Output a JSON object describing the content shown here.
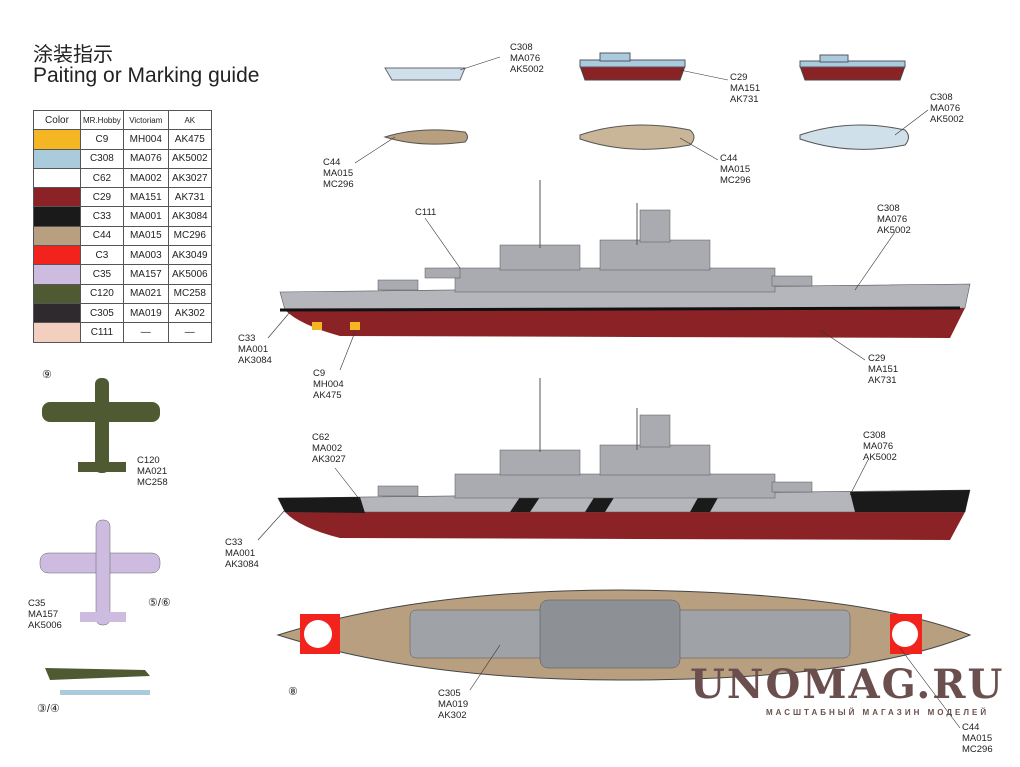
{
  "title_cn": "涂装指示",
  "title_en": "Paiting or Marking guide",
  "table": {
    "headers": [
      "Color",
      "MR.Hobby",
      "Victoriam",
      "AK"
    ],
    "rows": [
      {
        "color": "#f4b723",
        "mr": "C9",
        "vic": "MH004",
        "ak": "AK475"
      },
      {
        "color": "#aacbdc",
        "mr": "C308",
        "vic": "MA076",
        "ak": "AK5002"
      },
      {
        "color": "#ffffff",
        "mr": "C62",
        "vic": "MA002",
        "ak": "AK3027"
      },
      {
        "color": "#8b2326",
        "mr": "C29",
        "vic": "MA151",
        "ak": "AK731"
      },
      {
        "color": "#1a1a1a",
        "mr": "C33",
        "vic": "MA001",
        "ak": "AK3084"
      },
      {
        "color": "#b79f80",
        "mr": "C44",
        "vic": "MA015",
        "ak": "MC296"
      },
      {
        "color": "#f2231d",
        "mr": "C3",
        "vic": "MA003",
        "ak": "AK3049"
      },
      {
        "color": "#cdbbe0",
        "mr": "C35",
        "vic": "MA157",
        "ak": "AK5006"
      },
      {
        "color": "#4f5a33",
        "mr": "C120",
        "vic": "MA021",
        "ak": "MC258"
      },
      {
        "color": "#2e2a2e",
        "mr": "C305",
        "vic": "MA019",
        "ak": "AK302"
      },
      {
        "color": "#f3cfc0",
        "mr": "C111",
        "vic": "—",
        "ak": "—"
      }
    ]
  },
  "callouts": [
    [
      "C308",
      "MA076",
      "AK5002"
    ],
    [
      "C29",
      "MA151",
      "AK731"
    ],
    [
      "C308",
      "MA076",
      "AK5002"
    ],
    [
      "C44",
      "MA015",
      "MC296"
    ],
    [
      "C44",
      "MA015",
      "MC296"
    ],
    [
      "C111"
    ],
    [
      "C308",
      "MA076",
      "AK5002"
    ],
    [
      "C33",
      "MA001",
      "AK3084"
    ],
    [
      "C9",
      "MH004",
      "AK475"
    ],
    [
      "C29",
      "MA151",
      "AK731"
    ],
    [
      "C120",
      "MA021",
      "MC258"
    ],
    [
      "C62",
      "MA002",
      "AK3027"
    ],
    [
      "C308",
      "MA076",
      "AK5002"
    ],
    [
      "C33",
      "MA001",
      "AK3084"
    ],
    [
      "C35",
      "MA157",
      "AK5006"
    ],
    [
      "C305",
      "MA019",
      "AK302"
    ],
    [
      "C44",
      "MA015",
      "MC296"
    ]
  ],
  "markers": [
    "⑨",
    "⑤/⑥",
    "③/④",
    "⑧"
  ],
  "watermark": {
    "title": "UNOMAG.RU",
    "subtitle": "МАСШТАБНЫЙ МАГАЗИН МОДЕЛЕЙ"
  }
}
